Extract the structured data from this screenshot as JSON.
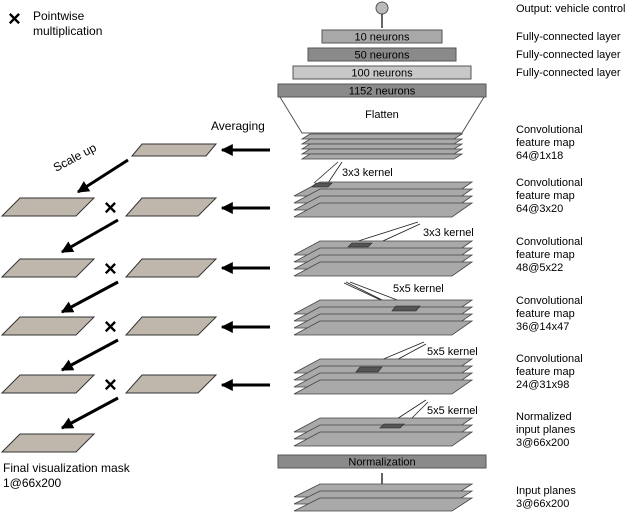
{
  "legend": {
    "symbol": "×",
    "label_line1": "Pointwise",
    "label_line2": "multiplication"
  },
  "labels": {
    "averaging": "Averaging",
    "scale_up": "Scale up",
    "final_mask_line1": "Final visualization mask",
    "final_mask_line2": "1@66x200"
  },
  "layers": {
    "fc10": "10 neurons",
    "fc50": "50 neurons",
    "fc100": "100 neurons",
    "fc1152": "1152 neurons",
    "flatten": "Flatten",
    "normalization": "Normalization"
  },
  "kernels": {
    "k1": "3x3 kernel",
    "k2": "3x3 kernel",
    "k3": "5x5 kernel",
    "k4": "5x5 kernel",
    "k5": "5x5 kernel"
  },
  "right_labels": {
    "output": "Output: vehicle control",
    "fc1": "Fully-connected layer",
    "fc2": "Fully-connected layer",
    "fc3": "Fully-connected layer",
    "conv5": [
      "Convolutional",
      "feature map",
      "64@1x18"
    ],
    "conv4": [
      "Convolutional",
      "feature map",
      "64@3x20"
    ],
    "conv3": [
      "Convolutional",
      "feature map",
      "48@5x22"
    ],
    "conv2": [
      "Convolutional",
      "feature map",
      "36@14x47"
    ],
    "conv1": [
      "Convolutional",
      "feature map",
      "24@31x98"
    ],
    "norm_planes": [
      "Normalized",
      "input planes",
      "3@66x200"
    ],
    "input_planes": [
      "Input planes",
      "3@66x200"
    ]
  },
  "multiply_symbol": "×",
  "colors": {
    "plate": "#bfb7ac",
    "layer_dark": "#8a8a8a",
    "layer_mid": "#a8a8a8",
    "layer_light": "#c8c8c8",
    "conv_plate": "#a9a9a9",
    "kernel": "#555555"
  }
}
